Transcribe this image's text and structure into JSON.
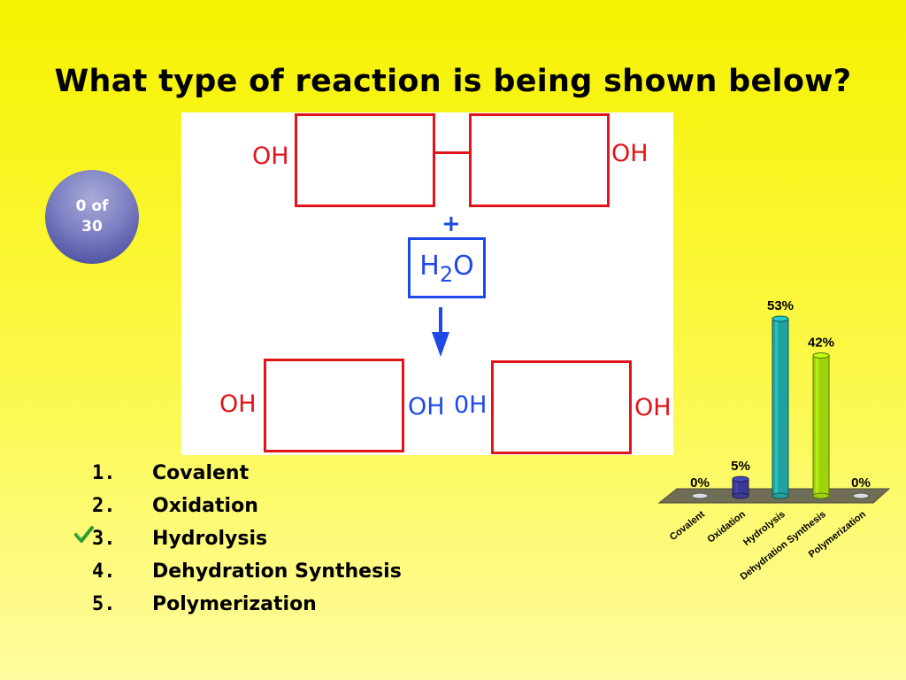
{
  "question": "What type of reaction is being shown below?",
  "counter": {
    "line1": "0 of",
    "line2": "30"
  },
  "diagram": {
    "oh_left_top": "OH",
    "oh_right_top": "OH",
    "plus": "+",
    "water": {
      "h": "H",
      "sub": "2",
      "o": "O"
    },
    "oh_left_bottom": "OH",
    "oh_mid_left": "OH",
    "oh_mid_right": "0H",
    "oh_right_bottom": "OH"
  },
  "answers": [
    {
      "num": "1.",
      "label": "Covalent",
      "correct": false
    },
    {
      "num": "2.",
      "label": "Oxidation",
      "correct": false
    },
    {
      "num": "3.",
      "label": "Hydrolysis",
      "correct": true
    },
    {
      "num": "4.",
      "label": "Dehydration Synthesis",
      "correct": false
    },
    {
      "num": "5.",
      "label": "Polymerization",
      "correct": false
    }
  ],
  "colors": {
    "bar_fill": [
      "#b9c4c4",
      "#3b3b96",
      "#1fa3a0",
      "#9dd40e",
      "#b9c4c4"
    ],
    "check": "#2f9a2f"
  },
  "chart_data": {
    "type": "bar",
    "categories": [
      "Covalent",
      "Oxidation",
      "Hydrolysis",
      "Dehydration Synthesis",
      "Polymerization"
    ],
    "values": [
      0,
      5,
      53,
      42,
      0
    ],
    "value_labels": [
      "0%",
      "5%",
      "53%",
      "42%",
      "0%"
    ],
    "ylim": [
      0,
      53
    ],
    "grid": false,
    "legend": "none"
  }
}
